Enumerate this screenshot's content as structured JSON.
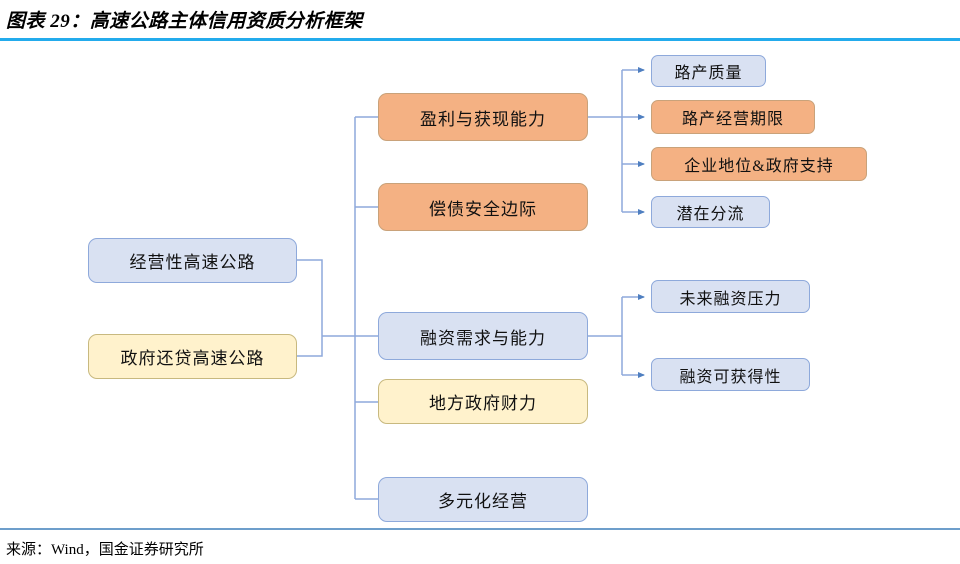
{
  "header": {
    "title": "图表 29：高速公路主体信用资质分析框架",
    "rule_color": "#23ABEC"
  },
  "footer": {
    "source": "来源：Wind，国金证券研究所",
    "rule_color": "#6d9ecb"
  },
  "palette": {
    "blue_fill": "#D9E1F2",
    "blue_border": "#8EA9DB",
    "orange_fill": "#F4B183",
    "orange_border": "#C9A27A",
    "cream_fill": "#FFF2CC",
    "cream_border": "#C8B97F",
    "connector": "#8EA9DB"
  },
  "diagram": {
    "type": "tree",
    "roots": [
      {
        "id": "root-1",
        "label": "经营性高速公路",
        "color": "blue"
      },
      {
        "id": "root-2",
        "label": "政府还贷高速公路",
        "color": "cream"
      }
    ],
    "branches": [
      {
        "id": "branch-1",
        "label": "盈利与获现能力",
        "color": "orange",
        "children": [
          {
            "id": "leaf-1-1",
            "label": "路产质量",
            "color": "blue"
          },
          {
            "id": "leaf-1-2",
            "label": "路产经营期限",
            "color": "orange"
          },
          {
            "id": "leaf-1-3",
            "label": "企业地位&政府支持",
            "color": "orange"
          },
          {
            "id": "leaf-1-4",
            "label": "潜在分流",
            "color": "blue"
          }
        ]
      },
      {
        "id": "branch-2",
        "label": "偿债安全边际",
        "color": "orange",
        "children": []
      },
      {
        "id": "branch-3",
        "label": "融资需求与能力",
        "color": "blue",
        "children": [
          {
            "id": "leaf-3-1",
            "label": "未来融资压力",
            "color": "blue"
          },
          {
            "id": "leaf-3-2",
            "label": "融资可获得性",
            "color": "blue"
          }
        ]
      },
      {
        "id": "branch-4",
        "label": "地方政府财力",
        "color": "cream",
        "children": []
      },
      {
        "id": "branch-5",
        "label": "多元化经营",
        "color": "blue",
        "children": []
      }
    ]
  }
}
